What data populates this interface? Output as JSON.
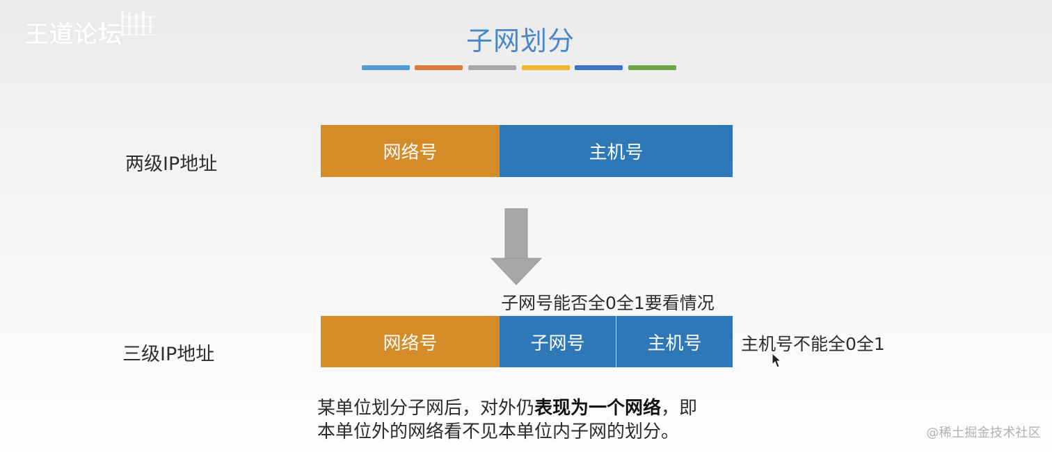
{
  "watermark": {
    "top_left": "王道论坛",
    "bottom_right": "@稀土掘金技术社区"
  },
  "slide": {
    "title": "子网划分",
    "title_color": "#4b86c8"
  },
  "title_rule_colors": [
    "#4f9bd5",
    "#e0773b",
    "#a8a8a8",
    "#f0b62f",
    "#3f73c5",
    "#6aa646"
  ],
  "two_level": {
    "label": "两级IP地址",
    "network": "网络号",
    "host": "主机号"
  },
  "three_level": {
    "label": "三级IP地址",
    "network": "网络号",
    "subnet": "子网号",
    "host": "主机号",
    "subnet_note": "子网号能否全0全1要看情况",
    "host_note": "主机号不能全0全1"
  },
  "summary": {
    "line1_prefix": "某单位划分子网后，对外仍",
    "line1_emphasis": "表现为一个网络",
    "line1_suffix": "，即",
    "line2": "本单位外的网络看不见本单位内子网的划分。"
  },
  "colors": {
    "network_segment": "#d58b28",
    "host_segment": "#2f78b8",
    "arrow": "#a7a7a7"
  },
  "icons": {
    "arrow": "down-arrow-icon",
    "cursor": "mouse-cursor-icon"
  }
}
